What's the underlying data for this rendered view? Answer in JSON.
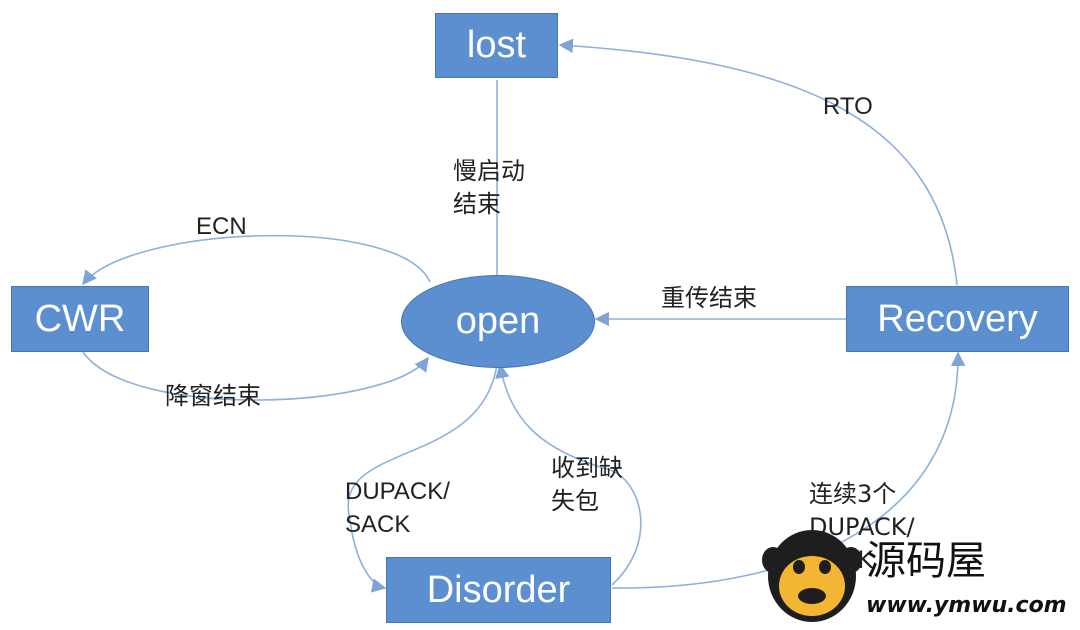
{
  "nodes": {
    "lost": "lost",
    "open": "open",
    "cwr": "CWR",
    "recovery": "Recovery",
    "disorder": "Disorder"
  },
  "edges": {
    "lost_to_open": "慢启动\n结束",
    "recovery_to_lost": "RTO",
    "recovery_to_open": "重传结束",
    "open_to_cwr": "ECN",
    "cwr_to_open": "降窗结束",
    "open_to_disorder": "DUPACK/\nSACK",
    "disorder_to_open": "收到缺\n失包",
    "disorder_to_recovery": "连续3个\nDUPACK/\nSACK"
  },
  "watermark": {
    "cn": "源码屋",
    "url": "www.ymwu.com"
  },
  "colors": {
    "node_fill": "#5b8fd0",
    "edge": "#8fb0dc",
    "text": "#222222"
  }
}
